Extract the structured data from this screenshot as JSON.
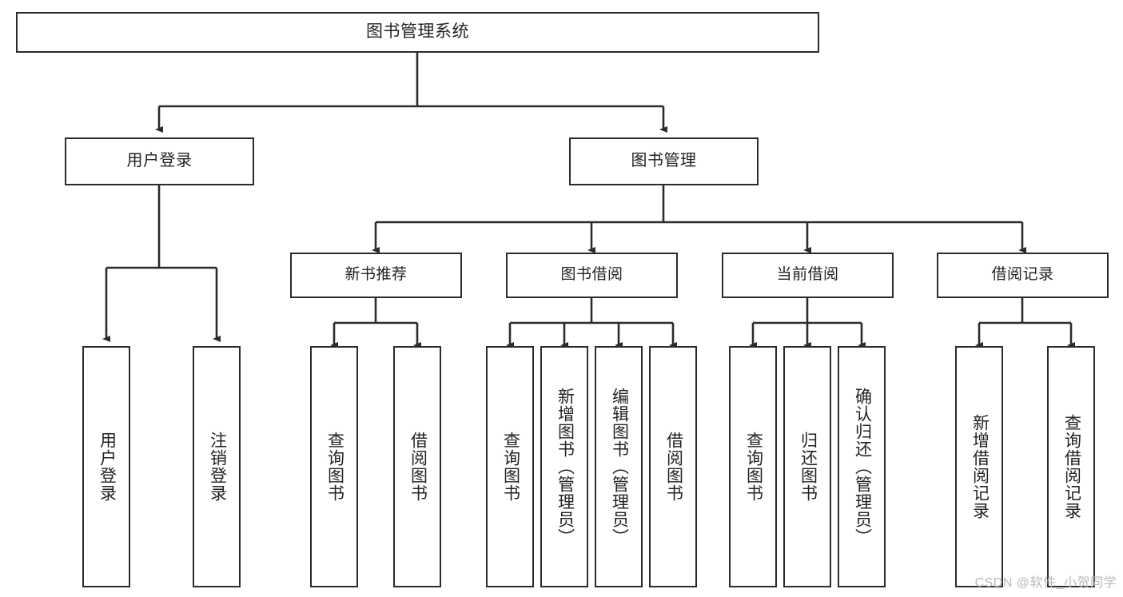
{
  "diagram": {
    "title": "图书管理系统",
    "type": "tree-hierarchy-diagram",
    "colors": {
      "box_border": "#2b2b2b",
      "box_fill": "#ffffff",
      "connector": "#2b2b2b",
      "text": "#222222",
      "watermark": "#b9b9b9"
    },
    "root": {
      "label": "图书管理系统"
    },
    "level1": [
      {
        "label": "用户登录"
      },
      {
        "label": "图书管理"
      }
    ],
    "level2": [
      {
        "label": "新书推荐"
      },
      {
        "label": "图书借阅"
      },
      {
        "label": "当前借阅"
      },
      {
        "label": "借阅记录"
      }
    ],
    "leaves": {
      "user_login": [
        {
          "label": "用户登录"
        },
        {
          "label": "注销登录"
        }
      ],
      "new_book_recommend": [
        {
          "label": "查询图书"
        },
        {
          "label": "借阅图书"
        }
      ],
      "book_borrow": [
        {
          "label": "查询图书"
        },
        {
          "label": "新增图书（管理员）"
        },
        {
          "label": "编辑图书（管理员）"
        },
        {
          "label": "借阅图书"
        }
      ],
      "current_borrow": [
        {
          "label": "查询图书"
        },
        {
          "label": "归还图书"
        },
        {
          "label": "确认归还（管理员）"
        }
      ],
      "borrow_records": [
        {
          "label": "新增借阅记录"
        },
        {
          "label": "查询借阅记录"
        }
      ]
    }
  },
  "watermark": {
    "text": "CSDN @软件_小贺同学"
  }
}
